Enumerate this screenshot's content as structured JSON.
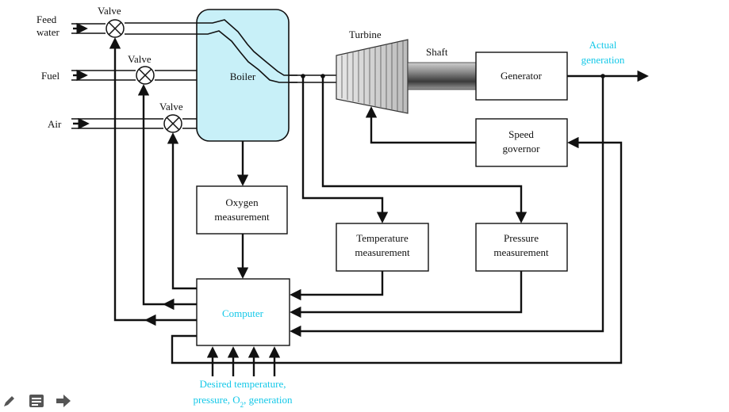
{
  "inputs": {
    "feed_water_line1": "Feed",
    "feed_water_line2": "water",
    "fuel": "Fuel",
    "air": "Air"
  },
  "valves": {
    "feed_water": "Valve",
    "fuel": "Valve",
    "air": "Valve"
  },
  "components": {
    "boiler": "Boiler",
    "turbine": "Turbine",
    "shaft": "Shaft",
    "generator": "Generator",
    "speed_governor_line1": "Speed",
    "speed_governor_line2": "governor",
    "oxygen_line1": "Oxygen",
    "oxygen_line2": "measurement",
    "temperature_line1": "Temperature",
    "temperature_line2": "measurement",
    "pressure_line1": "Pressure",
    "pressure_line2": "measurement",
    "computer": "Computer"
  },
  "outputs": {
    "actual_generation_line1": "Actual",
    "actual_generation_line2": "generation"
  },
  "setpoints": {
    "line1": "Desired temperature,",
    "line2_prefix": "pressure, O",
    "line2_subscript": "2",
    "line2_suffix": ", generation"
  },
  "colors": {
    "boiler_fill": "#c8f0f8",
    "highlight_text": "#14c8e8"
  },
  "toolbar": {
    "icons": [
      "pencil-icon",
      "notes-icon",
      "arrow-right-icon"
    ]
  }
}
